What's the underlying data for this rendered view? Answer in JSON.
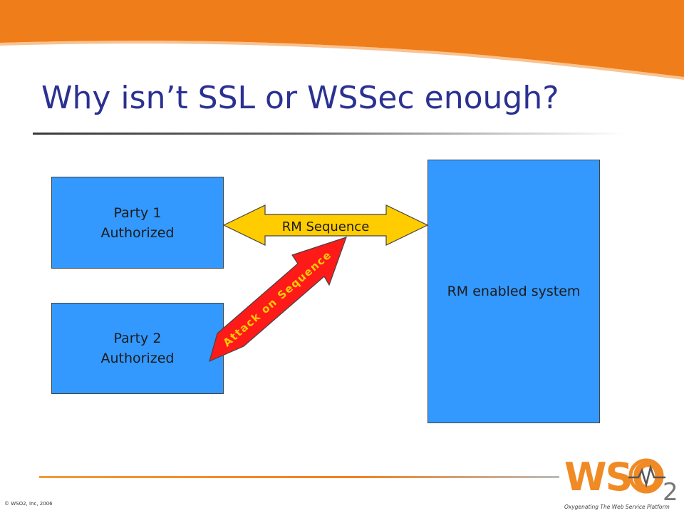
{
  "slide": {
    "title": "Why isn’t SSL or WSSec enough?",
    "copyright": "© WSO2, Inc, 2006"
  },
  "diagram": {
    "party1": {
      "line1": "Party 1",
      "line2": "Authorized"
    },
    "party2": {
      "line1": "Party 2",
      "line2": "Authorized"
    },
    "system": {
      "label": "RM enabled system"
    },
    "sequence_arrow": {
      "label": "RM Sequence"
    },
    "attack_arrow": {
      "label": "Attack on Sequence"
    }
  },
  "logo": {
    "mark": "WSO",
    "subscript": "2",
    "tagline": "Oxygenating The Web Service Platform",
    "icon": "pulse-circle-icon"
  },
  "colors": {
    "banner_orange": "#ef7d1a",
    "title_blue": "#2b3191",
    "box_blue": "#3399ff",
    "sequence_yellow": "#ffcc00",
    "attack_red": "#ff1a1a"
  }
}
